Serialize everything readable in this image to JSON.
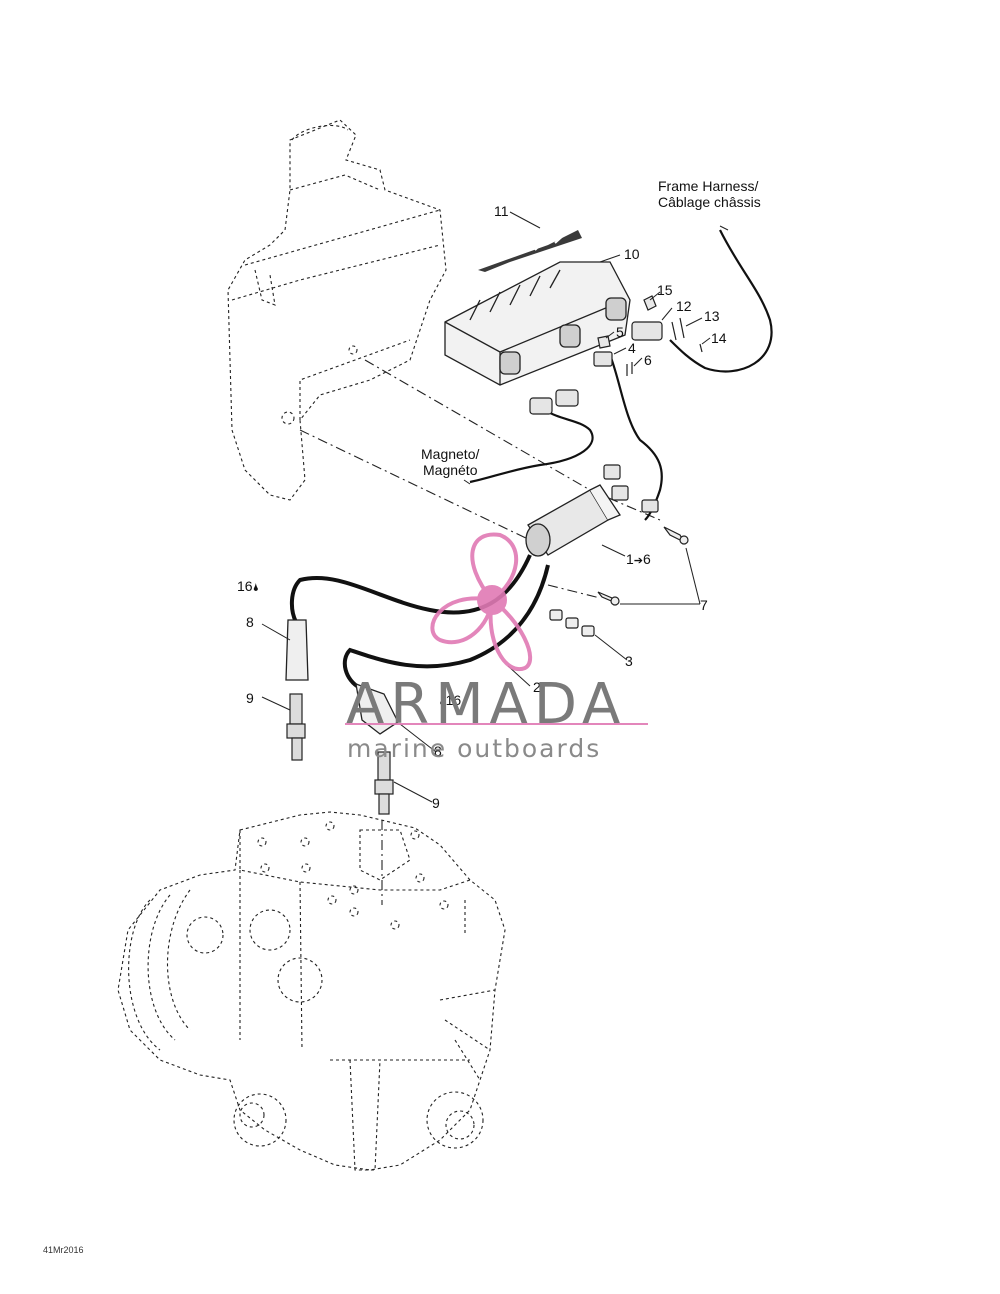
{
  "callouts": {
    "c1": "1",
    "c1_range": "6",
    "c2": "2",
    "c3": "3",
    "c4": "4",
    "c5": "5",
    "c6": "6",
    "c7": "7",
    "c8a": "8",
    "c8b": "8",
    "c9a": "9",
    "c9b": "9",
    "c10": "10",
    "c11": "11",
    "c12": "12",
    "c13": "13",
    "c14": "14",
    "c15": "15",
    "c16a": "16",
    "c16b": "16"
  },
  "captions": {
    "frame_harness_en": "Frame Harness/",
    "frame_harness_fr": "Câblage châssis",
    "magneto_en": "Magneto/",
    "magneto_fr": "Magnéto"
  },
  "watermark": {
    "brand": "ARMADA",
    "tagline": "marine outboards",
    "color_logo": "#e07ab4"
  },
  "figure_code": "41Mr2016"
}
